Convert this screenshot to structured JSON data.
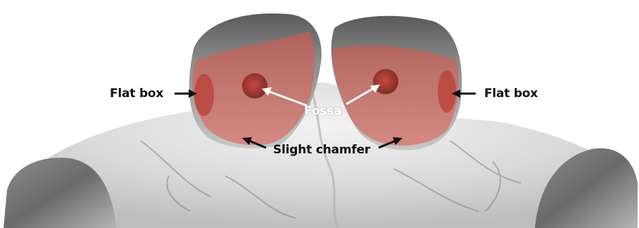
{
  "labels": {
    "flat_box_left": "Flat box",
    "flat_box_right": "Flat box",
    "fossa": "Fossa",
    "slight_chamfer": "Slight chamfer"
  },
  "colors": {
    "highlight_overlay": "#e0574a",
    "arrow_dark": "#111111",
    "arrow_light": "#ffffff",
    "specimen_gray": "#9a9a9a",
    "background": "#ffffff"
  }
}
